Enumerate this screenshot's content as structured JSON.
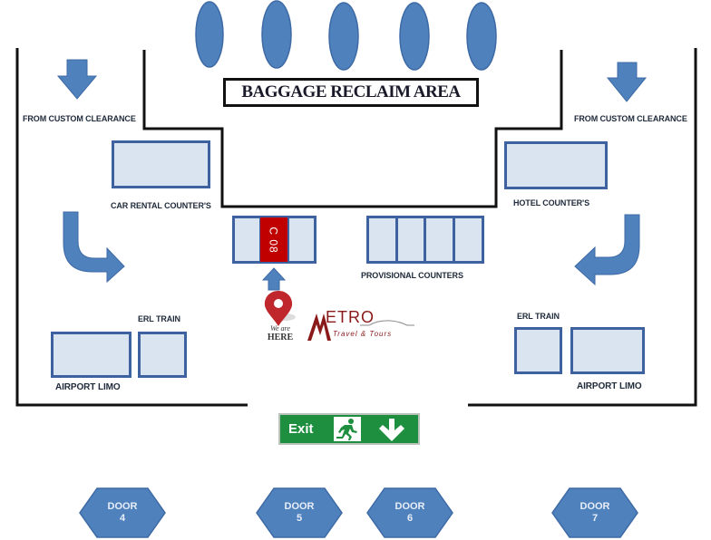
{
  "map": {
    "title": "BAGGAGE RECLAIM AREA",
    "colors": {
      "shape_blue": "#4f81bd",
      "counter_fill": "#dae3f0",
      "counter_border": "#3e62a0",
      "highlight_red": "#c00000",
      "wall": "#111111",
      "exit_green": "#1e8f3e"
    },
    "carousels_count": 5,
    "left": {
      "arrival_label": "FROM CUSTOM CLEARANCE",
      "car_rental_label": "CAR RENTAL COUNTER'S",
      "erl_train_label": "ERL TRAIN",
      "airport_limo_label": "AIRPORT LIMO"
    },
    "right": {
      "arrival_label": "FROM CUSTOM CLEARANCE",
      "hotel_label": "HOTEL COUNTER'S",
      "erl_train_label": "ERL TRAIN",
      "airport_limo_label": "AIRPORT LIMO"
    },
    "counter_highlight": {
      "label": "C 08"
    },
    "provisional_label": "PROVISIONAL  COUNTERS",
    "provisional_count": 4,
    "you_are_here": {
      "line1": "We are",
      "line2": "HERE"
    },
    "brand": {
      "name": "ETRO",
      "initial": "M",
      "tagline": "Travel & Tours"
    },
    "exit": {
      "label": "Exit",
      "icons": [
        "running-man-icon",
        "arrow-down-icon"
      ]
    },
    "doors": [
      {
        "line1": "DOOR",
        "line2": "4"
      },
      {
        "line1": "DOOR",
        "line2": "5"
      },
      {
        "line1": "DOOR",
        "line2": "6"
      },
      {
        "line1": "DOOR",
        "line2": "7"
      }
    ]
  }
}
